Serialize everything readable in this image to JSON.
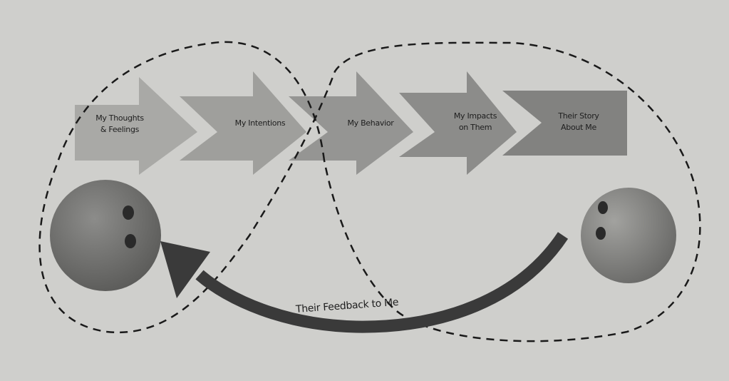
{
  "steps": [
    {
      "line1": "My Thoughts",
      "line2": "& Feelings"
    },
    {
      "line1": "My Intentions",
      "line2": ""
    },
    {
      "line1": "My Behavior",
      "line2": ""
    },
    {
      "line1": "My Impacts",
      "line2": "on Them"
    },
    {
      "line1": "Their Story",
      "line2": "About Me"
    }
  ],
  "feedback_label": "Their Feedback to Me",
  "colors": {
    "paper": "#cfcfcc",
    "arrow1": "#a9a9a6",
    "arrow2": "#9d9d9a",
    "arrow3": "#939391",
    "arrow4": "#8a8a88",
    "arrow5": "#7f7f7d",
    "feedback": "#3a3a3a"
  }
}
